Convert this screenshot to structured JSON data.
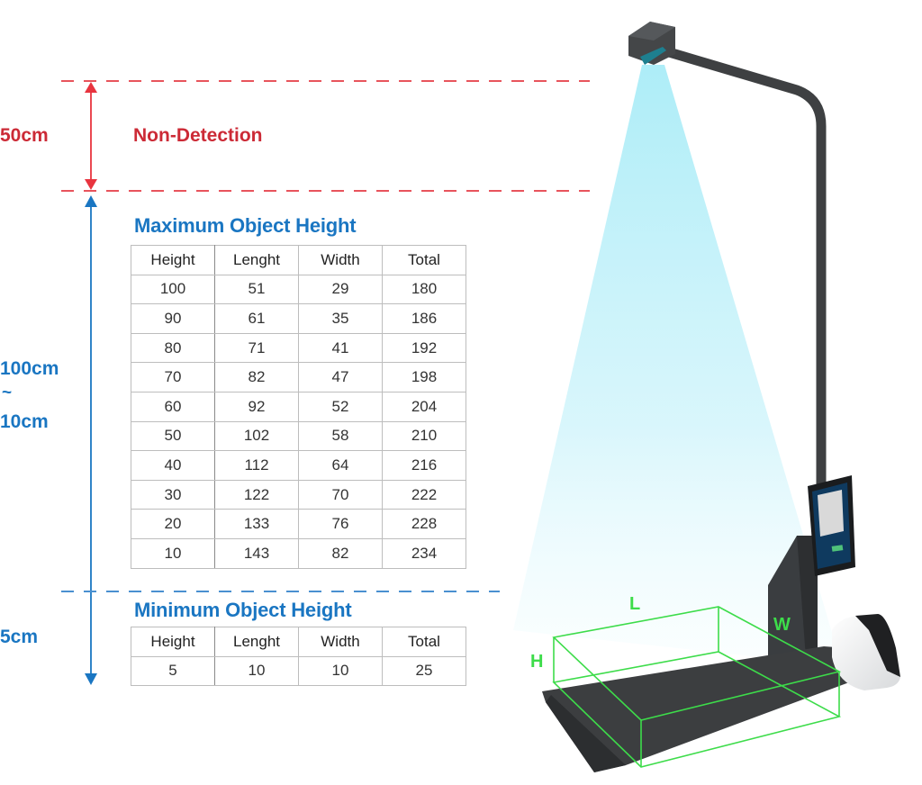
{
  "zones": {
    "non_detection": {
      "distance": "50cm",
      "label": "Non-Detection",
      "color": "#e8343f"
    },
    "detection": {
      "distance_top": "100cm",
      "tilde": "~",
      "distance_bottom": "10cm",
      "color": "#1a76c2"
    },
    "minimum": {
      "distance": "5cm"
    }
  },
  "max_table": {
    "title": "Maximum Object Height",
    "headers": [
      "Height",
      "Lenght",
      "Width",
      "Total"
    ],
    "rows": [
      [
        "100",
        "51",
        "29",
        "180"
      ],
      [
        "90",
        "61",
        "35",
        "186"
      ],
      [
        "80",
        "71",
        "41",
        "192"
      ],
      [
        "70",
        "82",
        "47",
        "198"
      ],
      [
        "60",
        "92",
        "52",
        "204"
      ],
      [
        "50",
        "102",
        "58",
        "210"
      ],
      [
        "40",
        "112",
        "64",
        "216"
      ],
      [
        "30",
        "122",
        "70",
        "222"
      ],
      [
        "20",
        "133",
        "76",
        "228"
      ],
      [
        "10",
        "143",
        "82",
        "234"
      ]
    ]
  },
  "min_table": {
    "title": "Minimum Object Height",
    "headers": [
      "Height",
      "Lenght",
      "Width",
      "Total"
    ],
    "rows": [
      [
        "5",
        "10",
        "10",
        "25"
      ]
    ]
  },
  "device": {
    "box_labels": {
      "length": "L",
      "width": "W",
      "height": "H"
    },
    "box_color": "#3ddc4a",
    "beam_color": "#b3eef7",
    "body_color": "#3d3f41"
  }
}
